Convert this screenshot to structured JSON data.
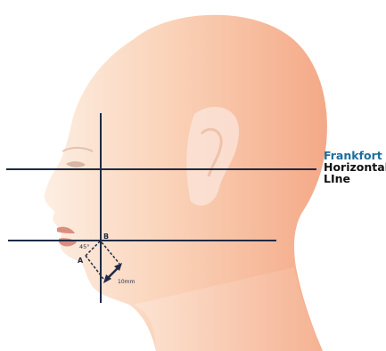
{
  "title": {
    "line1": "Frankfort",
    "line2": "Horizontal",
    "line3": "LIne"
  },
  "labels": {
    "point_a": "A",
    "point_b": "B",
    "angle": "45°",
    "distance": "10mm"
  },
  "colors": {
    "title_accent": "#1e6e9c",
    "lines": "#1f2a44",
    "skin_light": "#fbe3cf",
    "skin_dark": "#f5b08c"
  }
}
